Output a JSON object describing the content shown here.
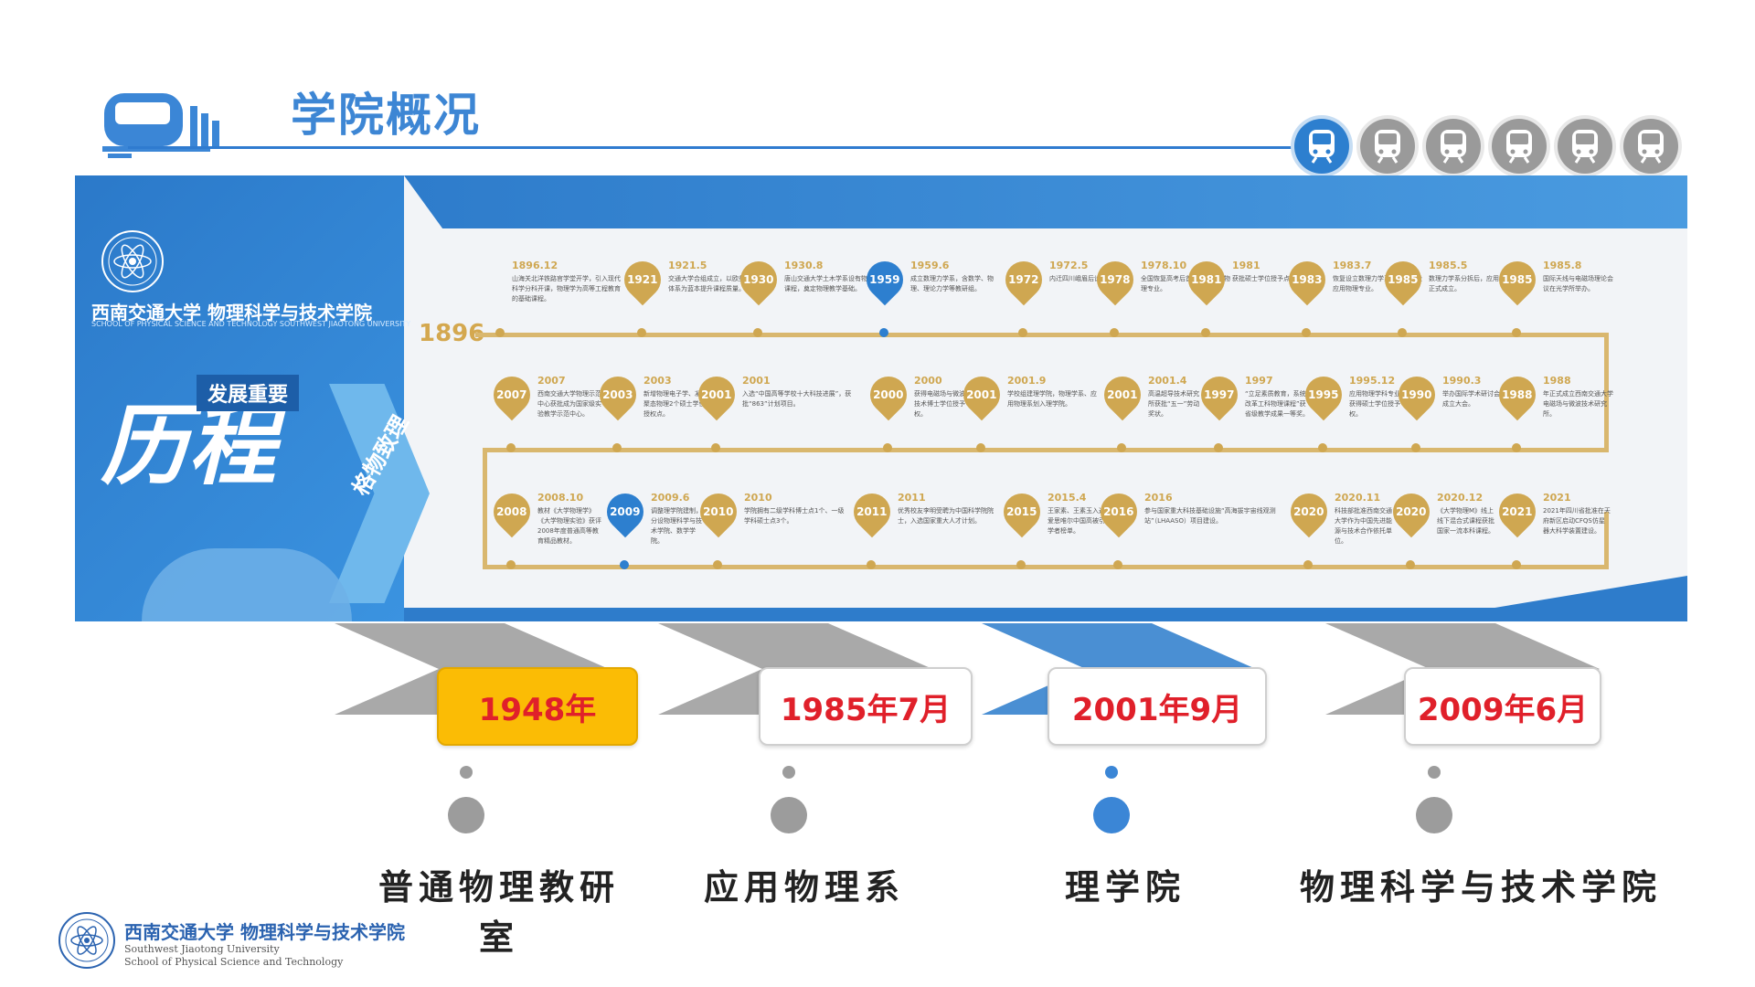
{
  "header": {
    "title": "学院概况"
  },
  "nav": {
    "icons": [
      "train-icon",
      "train-icon",
      "train-icon",
      "train-icon",
      "train-icon",
      "train-icon"
    ],
    "active_index": 0
  },
  "banner": {
    "college_cn": "西南交通大学 物理科学与技术学院",
    "college_en": "SCHOOL OF PHYSICAL SCIENCE AND TECHNOLOGY SOUTHWEST JIAOTONG UNIVERSITY",
    "tag": "发展重要",
    "big_text": "历程",
    "vertical_label": "格物致理",
    "start_year": "1896"
  },
  "timeline": {
    "row1": [
      {
        "pin": "",
        "date": "1896.12",
        "text": "山海关北洋铁路官学堂开学，引入现代科学分科开课，物理学为高等工程教育的基础课程。",
        "blue": false
      },
      {
        "pin": "1921",
        "date": "1921.5",
        "text": "交通大学合组成立，以欧美学科体系为蓝本提升课程质量。",
        "blue": false
      },
      {
        "pin": "1930",
        "date": "1930.8",
        "text": "唐山交通大学土木学系设有物理课程，奠定物理教学基础。",
        "blue": false
      },
      {
        "pin": "1959",
        "date": "1959.6",
        "text": "成立数理力学系，含数学、物理、理论力学等教研组。",
        "blue": true
      },
      {
        "pin": "1972",
        "date": "1972.5",
        "text": "内迁四川峨眉后设立基础部。",
        "blue": false
      },
      {
        "pin": "1978",
        "date": "1978.10",
        "text": "全国恢复高考后首届招收应用物理专业。",
        "blue": false
      },
      {
        "pin": "1981",
        "date": "1981",
        "text": "获批硕士学位授予点。",
        "blue": false
      },
      {
        "pin": "1983",
        "date": "1983.7",
        "text": "恢复设立数理力学系，计划开设应用物理专业。",
        "blue": false
      },
      {
        "pin": "1985",
        "date": "1985.5",
        "text": "数理力学系分拆后，应用物理系正式成立。",
        "blue": false
      },
      {
        "pin": "1985",
        "date": "1985.8",
        "text": "国际天线与电磁场理论会议在光学所举办。",
        "blue": false
      }
    ],
    "row2": [
      {
        "pin": "2007",
        "date": "2007",
        "text": "西南交通大学物理示范中心获批成为国家级实验教学示范中心。",
        "blue": false
      },
      {
        "pin": "2003",
        "date": "2003",
        "text": "新增物理电子学、凝聚态物理2个硕士学位授权点。",
        "blue": false
      },
      {
        "pin": "2001",
        "date": "2001",
        "text": "入选“中国高等学校十大科技进展”，获批“863”计划项目。",
        "blue": false
      },
      {
        "pin": "2000",
        "date": "2000",
        "text": "获得电磁场与微波技术博士学位授予权。",
        "blue": false
      },
      {
        "pin": "2001",
        "date": "2001.9",
        "text": "学校组建理学院，物理学系、应用物理系划入理学院。",
        "blue": false
      },
      {
        "pin": "2001",
        "date": "2001.4",
        "text": "高温超导技术研究所获批“五一”劳动奖状。",
        "blue": false
      },
      {
        "pin": "1997",
        "date": "1997",
        "text": "“立足素质教育，系统改革工科物理课程”获省级教学成果一等奖。",
        "blue": false
      },
      {
        "pin": "1995",
        "date": "1995.12",
        "text": "应用物理学科专业获得硕士学位授予权。",
        "blue": false
      },
      {
        "pin": "1990",
        "date": "1990.3",
        "text": "举办国际学术研讨会，成立大会。",
        "blue": false
      },
      {
        "pin": "1988",
        "date": "1988",
        "text": "年正式成立西南交通大学电磁场与微波技术研究所。",
        "blue": false
      }
    ],
    "row3": [
      {
        "pin": "2008",
        "date": "2008.10",
        "text": "教材《大学物理学》《大学物理实验》获评2008年度普通高等教育精品教材。",
        "blue": false
      },
      {
        "pin": "2009",
        "date": "2009.6",
        "text": "调整理学院建制，分设物理科学与技术学院、数学学院。",
        "blue": true
      },
      {
        "pin": "2010",
        "date": "2010",
        "text": "学院拥有二级学科博士点1个、一级学科硕士点3个。",
        "blue": false
      },
      {
        "pin": "2011",
        "date": "2011",
        "text": "优秀校友李明受聘为中国科学院院士，入选国家重大人才计划。",
        "blue": false
      },
      {
        "pin": "2015",
        "date": "2015.4",
        "text": "王家素、王素玉入选爱思唯尔中国高被引学者榜单。",
        "blue": false
      },
      {
        "pin": "2016",
        "date": "2016",
        "text": "参与国家重大科技基础设施“高海拔宇宙线观测站”（LHAASO）项目建设。",
        "blue": false
      },
      {
        "pin": "2020",
        "date": "2020.11",
        "text": "科技部批准西南交通大学作为中国先进能源与技术合作依托单位。",
        "blue": false
      },
      {
        "pin": "2020",
        "date": "2020.12",
        "text": "《大学物理M》线上线下混合式课程获批国家一流本科课程。",
        "blue": false
      },
      {
        "pin": "2021",
        "date": "2021",
        "text": "2021年四川省批准在天府新区启动CFQS仿星器大科学装置建设。",
        "blue": false
      }
    ]
  },
  "stages": [
    {
      "date": "1948年",
      "label": "普通物理教研室",
      "highlight": "gold"
    },
    {
      "date": "1985年7月",
      "label": "应用物理系",
      "highlight": "none"
    },
    {
      "date": "2001年9月",
      "label": "理学院",
      "highlight": "blue"
    },
    {
      "date": "2009年6月",
      "label": "物理科学与技术学院",
      "highlight": "none"
    }
  ],
  "footer": {
    "cn": "西南交通大学 物理科学与技术学院",
    "en1": "Southwest Jiaotong University",
    "en2": "School of Physical  Science and Technology"
  },
  "colors": {
    "primary": "#2d7fcf",
    "gold": "#cfa751",
    "accent_red": "#e0202a",
    "highlight_gold": "#fbbc05"
  }
}
